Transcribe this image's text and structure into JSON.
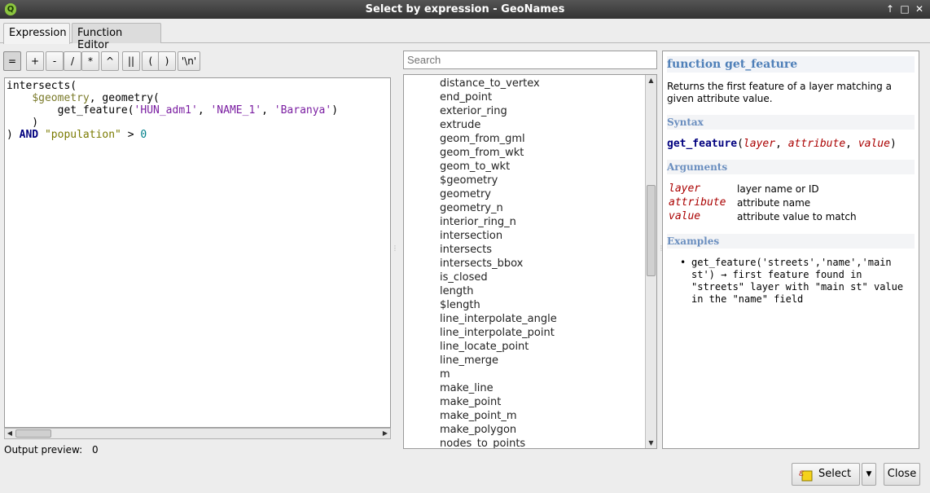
{
  "window": {
    "title": "Select by expression - GeoNames",
    "icon_letter": "Q",
    "controls": {
      "up": "↑",
      "maximize": "□",
      "close": "✕"
    }
  },
  "tabs": [
    {
      "label": "Expression",
      "active": true
    },
    {
      "label": "Function Editor",
      "active": false
    }
  ],
  "operators": [
    "=",
    "+",
    "-",
    "/",
    "*",
    "^",
    "||",
    "(",
    ")",
    "'\\n'"
  ],
  "editor": {
    "lines": [
      [
        [
          "fn",
          "intersects("
        ]
      ],
      [
        [
          "fn",
          "    "
        ],
        [
          "var",
          "$geometry"
        ],
        [
          "fn",
          ", geometry("
        ]
      ],
      [
        [
          "fn",
          "        get_feature("
        ],
        [
          "str",
          "'HUN_adm1'"
        ],
        [
          "fn",
          ", "
        ],
        [
          "str",
          "'NAME_1'"
        ],
        [
          "fn",
          ", "
        ],
        [
          "str",
          "'Baranya'"
        ],
        [
          "fn",
          ")"
        ]
      ],
      [
        [
          "fn",
          "    )"
        ]
      ],
      [
        [
          "fn",
          ") "
        ],
        [
          "kw",
          "AND"
        ],
        [
          "fn",
          " "
        ],
        [
          "field",
          "\"population\""
        ],
        [
          "fn",
          " > "
        ],
        [
          "num",
          "0"
        ]
      ]
    ]
  },
  "output_preview": {
    "label": "Output preview:",
    "value": "0"
  },
  "search": {
    "placeholder": "Search"
  },
  "function_list": [
    "distance_to_vertex",
    "end_point",
    "exterior_ring",
    "extrude",
    "geom_from_gml",
    "geom_from_wkt",
    "geom_to_wkt",
    "$geometry",
    "geometry",
    "geometry_n",
    "interior_ring_n",
    "intersection",
    "intersects",
    "intersects_bbox",
    "is_closed",
    "length",
    "$length",
    "line_interpolate_angle",
    "line_interpolate_point",
    "line_locate_point",
    "line_merge",
    "m",
    "make_line",
    "make_point",
    "make_point_m",
    "make_polygon",
    "nodes_to_points"
  ],
  "help": {
    "title": "function get_feature",
    "description": "Returns the first feature of a layer matching a given attribute value.",
    "syntax_heading": "Syntax",
    "syntax": {
      "name": "get_feature",
      "args": [
        "layer",
        "attribute",
        "value"
      ]
    },
    "arguments_heading": "Arguments",
    "arguments": [
      {
        "name": "layer",
        "desc": "layer name or ID"
      },
      {
        "name": "attribute",
        "desc": "attribute name"
      },
      {
        "name": "value",
        "desc": "attribute value to match"
      }
    ],
    "examples_heading": "Examples",
    "examples": [
      "get_feature('streets','name','main st') → first feature found in \"streets\" layer with \"main st\" value in the \"name\" field"
    ]
  },
  "buttons": {
    "select": "Select",
    "dropdown": "▼",
    "close": "Close"
  }
}
